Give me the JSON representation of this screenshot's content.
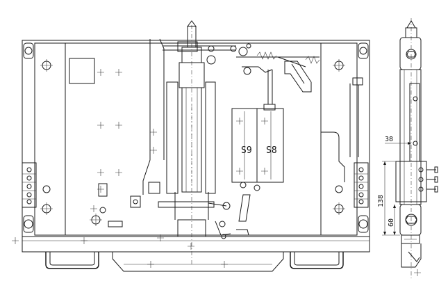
{
  "labels": {
    "s9": "S9",
    "s8": "S8"
  },
  "dimensions": {
    "d38": "38",
    "d138": "138",
    "d60": "60"
  },
  "colors": {
    "line": "#1a1a1a",
    "background": "#ffffff"
  }
}
